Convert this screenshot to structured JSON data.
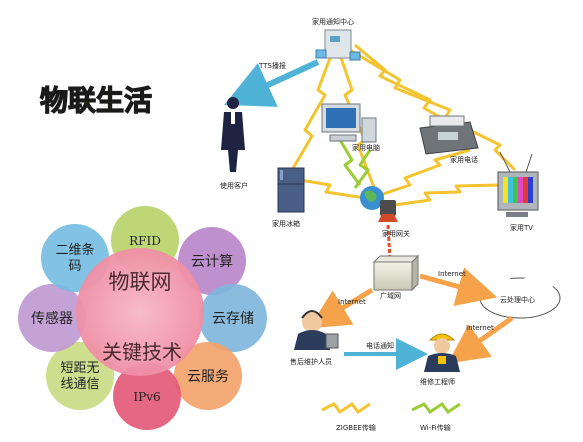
{
  "title": "物联生活",
  "home_network": {
    "notify_center": "家用通知中心",
    "tts": "TTS播报",
    "user": "使用客户",
    "pc": "家用电脑",
    "phone": "家用电话",
    "fridge": "家用冰箱",
    "gateway": "家用网关",
    "tv": "家用TV",
    "wan": "广域网",
    "cloud": "云处理中心",
    "internet_1": "Internet",
    "internet_2": "Internet",
    "internet_3": "Internet",
    "maintainer": "售后维护人员",
    "call": "电话通知",
    "engineer": "维修工程师",
    "zigbee": "ZIGBEE传输",
    "wifi": "Wi-Fi传输"
  },
  "tech_flower": {
    "center_top": "物联网",
    "center_bottom": "关键技术",
    "petals": [
      {
        "label": "RFID",
        "color": "#b9d46a"
      },
      {
        "label": "云计算",
        "color": "#b887c9"
      },
      {
        "label": "云存储",
        "color": "#7fb6dc"
      },
      {
        "label": "云服务",
        "color": "#f3a36b"
      },
      {
        "label": "IPv6",
        "color": "#e35a7a"
      },
      {
        "label": "短距无线通信",
        "color": "#c9dc86"
      },
      {
        "label": "传感器",
        "color": "#c09ad2"
      },
      {
        "label": "二维条码",
        "color": "#76bde3"
      }
    ]
  },
  "colors": {
    "zigbee": "#f4c430",
    "wifi": "#9acd32",
    "arrow_orange": "#f5a24a",
    "tts_arrow": "#4fb3d8"
  }
}
